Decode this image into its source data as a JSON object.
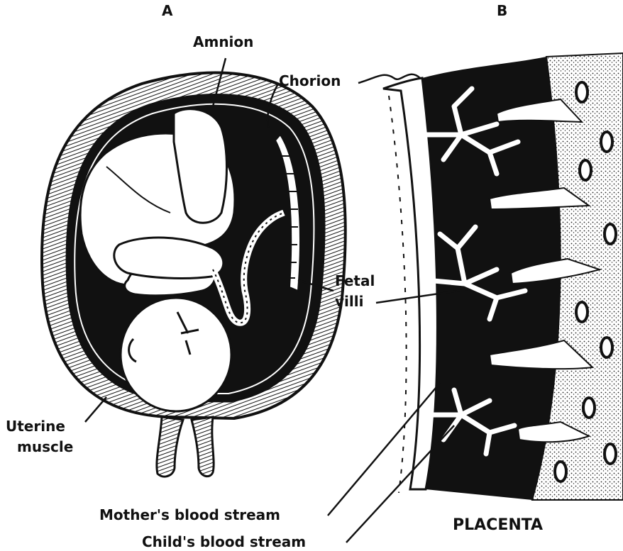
{
  "panels": {
    "a": {
      "letter": "A"
    },
    "b": {
      "letter": "B"
    }
  },
  "labels": {
    "amnion": "Amnion",
    "chorion": "Chorion",
    "fetal_villi_line1": "Fetal",
    "fetal_villi_line2": "villi",
    "uterine_line1": "Uterine",
    "uterine_line2": "muscle",
    "mothers_blood": "Mother's blood stream",
    "childs_blood": "Child's blood stream",
    "placenta": "PLACENTA"
  },
  "colors": {
    "ink": "#111111",
    "paper": "#ffffff"
  }
}
